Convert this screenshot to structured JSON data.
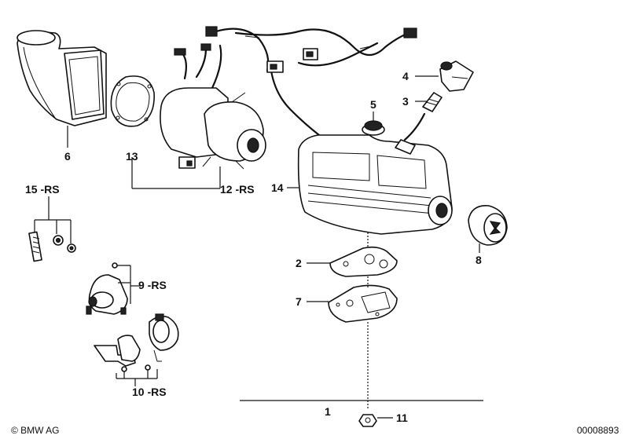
{
  "labels": {
    "p1": "1",
    "p2": "2",
    "p3": "3",
    "p4": "4",
    "p5": "5",
    "p6": "6",
    "p7": "7",
    "p8": "8",
    "p9": "9 -RS",
    "p10": "10 -RS",
    "p11": "11",
    "p12": "12 -RS",
    "p13": "13",
    "p14": "14",
    "p15": "15 -RS"
  },
  "footer": {
    "copyright": "© BMW AG",
    "diagram_number": "00008893"
  }
}
